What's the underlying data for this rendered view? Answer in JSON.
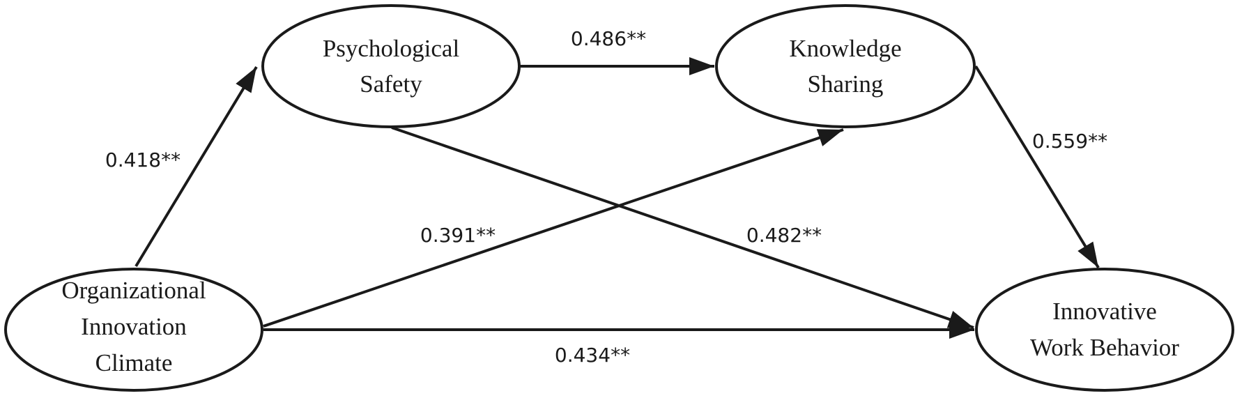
{
  "nodes": {
    "psych": {
      "lines": [
        "Psychological",
        "Safety"
      ]
    },
    "knowledge": {
      "lines": [
        "Knowledge",
        "Sharing"
      ]
    },
    "org": {
      "lines": [
        "Organizational",
        "Innovation",
        "Climate"
      ]
    },
    "innov": {
      "lines": [
        "Innovative",
        "Work Behavior"
      ]
    }
  },
  "edges": {
    "org_psych": {
      "label": "0.418**"
    },
    "psych_knowledge": {
      "label": "0.486**"
    },
    "knowledge_innov": {
      "label": "0.559**"
    },
    "org_knowledge": {
      "label": "0.391**"
    },
    "psych_innov": {
      "label": "0.482**"
    },
    "org_innov": {
      "label": "0.434**"
    }
  },
  "colors": {
    "stroke": "#1a1a1a",
    "background": "#ffffff"
  }
}
